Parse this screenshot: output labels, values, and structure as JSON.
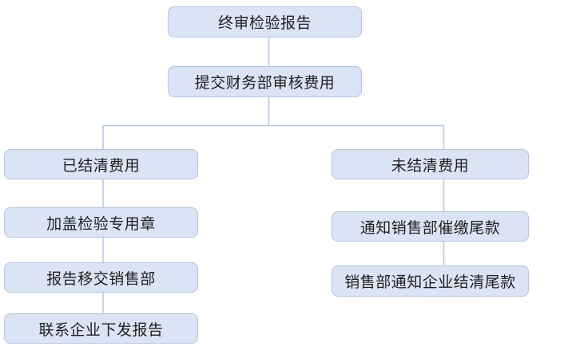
{
  "diagram": {
    "type": "flowchart",
    "background": "#ffffff",
    "colors": {
      "node_fill": "#dbe4f4",
      "node_border": "#aec6e8",
      "connector_line": "#b5c7e7",
      "text": "#1f1f1f"
    },
    "nodes": [
      {
        "id": "final-inspection-report",
        "label": "终审检验报告"
      },
      {
        "id": "submit-fees-finance-review",
        "label": "提交财务部审核费用"
      },
      {
        "id": "fees-settled",
        "label": "已结清费用"
      },
      {
        "id": "stamp-inspection-seal",
        "label": "加盖检验专用章"
      },
      {
        "id": "report-handover-sales-dept",
        "label": "报告移交销售部"
      },
      {
        "id": "contact-enterprise-issue-report",
        "label": "联系企业下发报告"
      },
      {
        "id": "fees-unsettled",
        "label": "未结清费用"
      },
      {
        "id": "notify-sales-collect-balance",
        "label": "通知销售部催缴尾款"
      },
      {
        "id": "sales-notify-enterprise-settle",
        "label": "销售部通知企业结清尾款"
      }
    ],
    "edges": [
      {
        "from": "final-inspection-report",
        "to": "submit-fees-finance-review"
      },
      {
        "from": "submit-fees-finance-review",
        "to": "fees-settled"
      },
      {
        "from": "submit-fees-finance-review",
        "to": "fees-unsettled"
      },
      {
        "from": "fees-settled",
        "to": "stamp-inspection-seal"
      },
      {
        "from": "stamp-inspection-seal",
        "to": "report-handover-sales-dept"
      },
      {
        "from": "report-handover-sales-dept",
        "to": "contact-enterprise-issue-report"
      },
      {
        "from": "fees-unsettled",
        "to": "notify-sales-collect-balance"
      },
      {
        "from": "notify-sales-collect-balance",
        "to": "sales-notify-enterprise-settle"
      }
    ]
  }
}
